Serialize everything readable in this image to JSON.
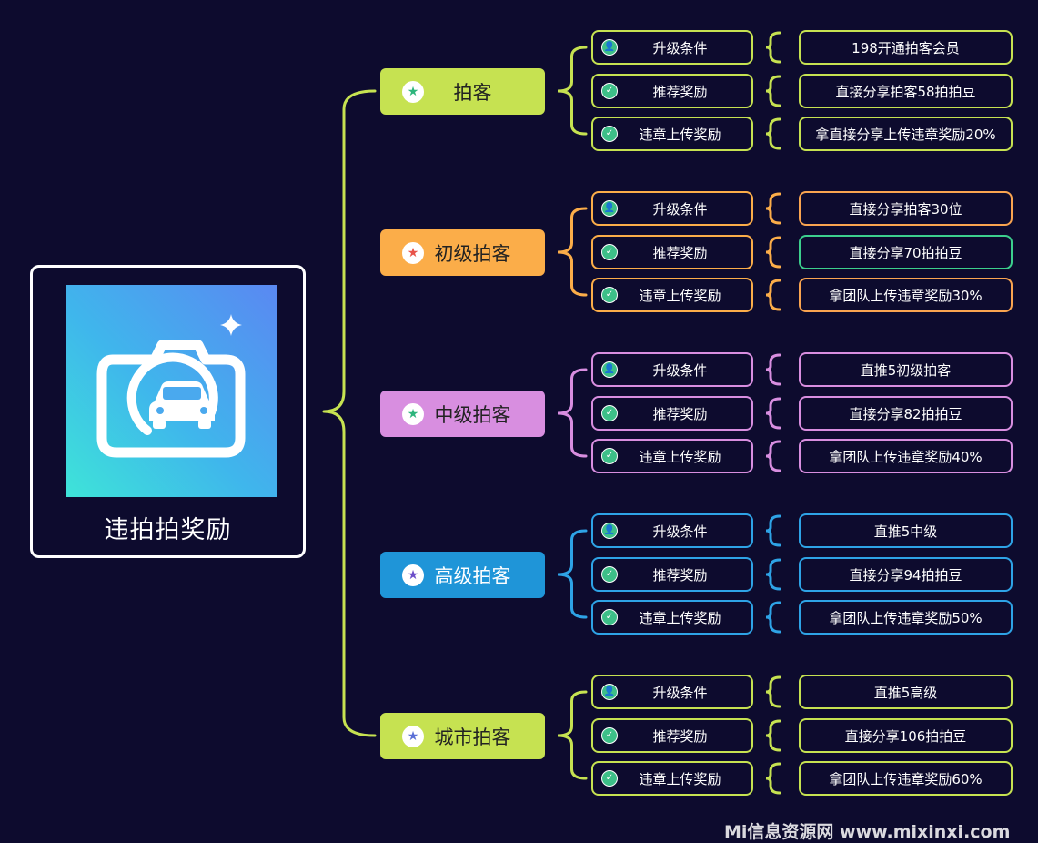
{
  "root": {
    "title": "违拍拍奖励"
  },
  "levels": [
    {
      "name": "拍客",
      "color": "#c6e251",
      "accent": "#c6e251",
      "star_color": "#2db57c",
      "rows": [
        {
          "label": "升级条件",
          "icon": "user-icon",
          "value": "198开通拍客会员",
          "box_color": "#c6e251"
        },
        {
          "label": "推荐奖励",
          "icon": "check-icon",
          "value": "直接分享拍客58拍拍豆",
          "box_color": "#c6e251"
        },
        {
          "label": "违章上传奖励",
          "icon": "check-icon",
          "value": "拿直接分享上传违章奖励20%",
          "box_color": "#c6e251"
        }
      ]
    },
    {
      "name": "初级拍客",
      "color": "#fbad49",
      "accent": "#fbad49",
      "star_color": "#e8534a",
      "rows": [
        {
          "label": "升级条件",
          "icon": "user-icon",
          "value": "直接分享拍客30位",
          "box_color": "#f9a450"
        },
        {
          "label": "推荐奖励",
          "icon": "check-icon",
          "value": "直接分享70拍拍豆",
          "box_color": "#3ccf8d"
        },
        {
          "label": "违章上传奖励",
          "icon": "check-icon",
          "value": "拿团队上传违章奖励30%",
          "box_color": "#f9a450"
        }
      ]
    },
    {
      "name": "中级拍客",
      "color": "#d88ee0",
      "accent": "#d88ee0",
      "star_color": "#2db57c",
      "rows": [
        {
          "label": "升级条件",
          "icon": "user-icon",
          "value": "直推5初级拍客",
          "box_color": "#d88ee0"
        },
        {
          "label": "推荐奖励",
          "icon": "check-icon",
          "value": "直接分享82拍拍豆",
          "box_color": "#d88ee0"
        },
        {
          "label": "违章上传奖励",
          "icon": "check-icon",
          "value": "拿团队上传违章奖励40%",
          "box_color": "#d88ee0"
        }
      ]
    },
    {
      "name": "高级拍客",
      "color": "#1f95d8",
      "accent": "#2ea3e6",
      "star_color": "#6c4fc9",
      "rows": [
        {
          "label": "升级条件",
          "icon": "user-icon",
          "value": "直推5中级",
          "box_color": "#2ea3e6"
        },
        {
          "label": "推荐奖励",
          "icon": "check-icon",
          "value": "直接分享94拍拍豆",
          "box_color": "#2ea3e6"
        },
        {
          "label": "违章上传奖励",
          "icon": "check-icon",
          "value": "拿团队上传违章奖励50%",
          "box_color": "#2ea3e6"
        }
      ]
    },
    {
      "name": "城市拍客",
      "color": "#c6e251",
      "accent": "#c6e251",
      "star_color": "#5a6fd6",
      "rows": [
        {
          "label": "升级条件",
          "icon": "user-icon",
          "value": "直推5高级",
          "box_color": "#c6e251"
        },
        {
          "label": "推荐奖励",
          "icon": "check-icon",
          "value": "直接分享106拍拍豆",
          "box_color": "#c6e251"
        },
        {
          "label": "违章上传奖励",
          "icon": "check-icon",
          "value": "拿团队上传违章奖励60%",
          "box_color": "#c6e251"
        }
      ]
    }
  ],
  "main_connector_color": "#c6e251",
  "watermark": "Mi信息资源网 www.mixinxi.com"
}
